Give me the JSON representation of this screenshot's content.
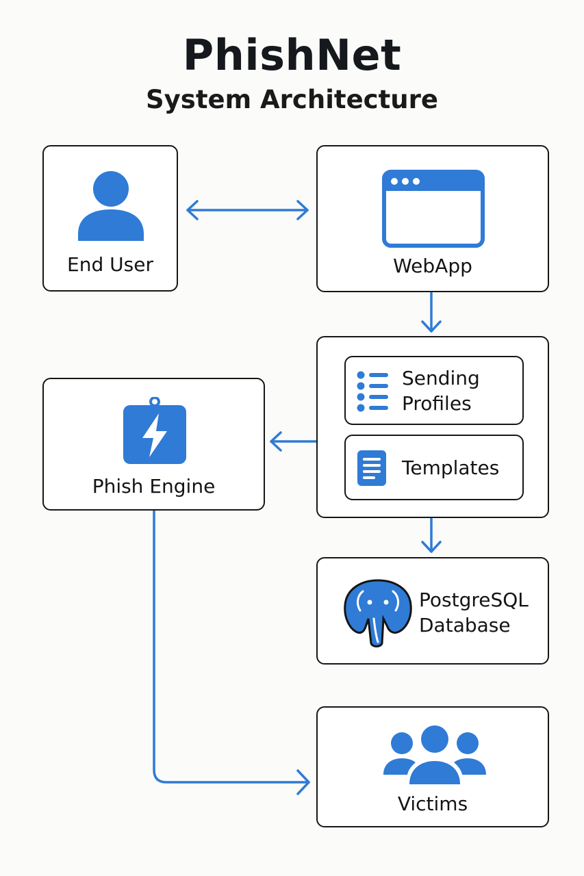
{
  "header": {
    "title": "PhishNet",
    "subtitle": "System Architecture"
  },
  "nodes": {
    "end_user": {
      "label": "End User",
      "icon": "user-icon"
    },
    "webapp": {
      "label": "WebApp",
      "icon": "browser-window-icon"
    },
    "config": {
      "sending_profiles": {
        "label_line1": "Sending",
        "label_line2": "Profiles",
        "icon": "list-icon"
      },
      "templates": {
        "label": "Templates",
        "icon": "document-icon"
      }
    },
    "phish_engine": {
      "label": "Phish Engine",
      "icon": "lightning-badge-icon"
    },
    "database": {
      "label_line1": "PostgreSQL",
      "label_line2": "Database",
      "icon": "postgresql-elephant-icon"
    },
    "victims": {
      "label": "Victims",
      "icon": "group-icon"
    }
  },
  "colors": {
    "accent": "#2f7bd6",
    "border": "#161616",
    "background": "#fbfbf9"
  }
}
